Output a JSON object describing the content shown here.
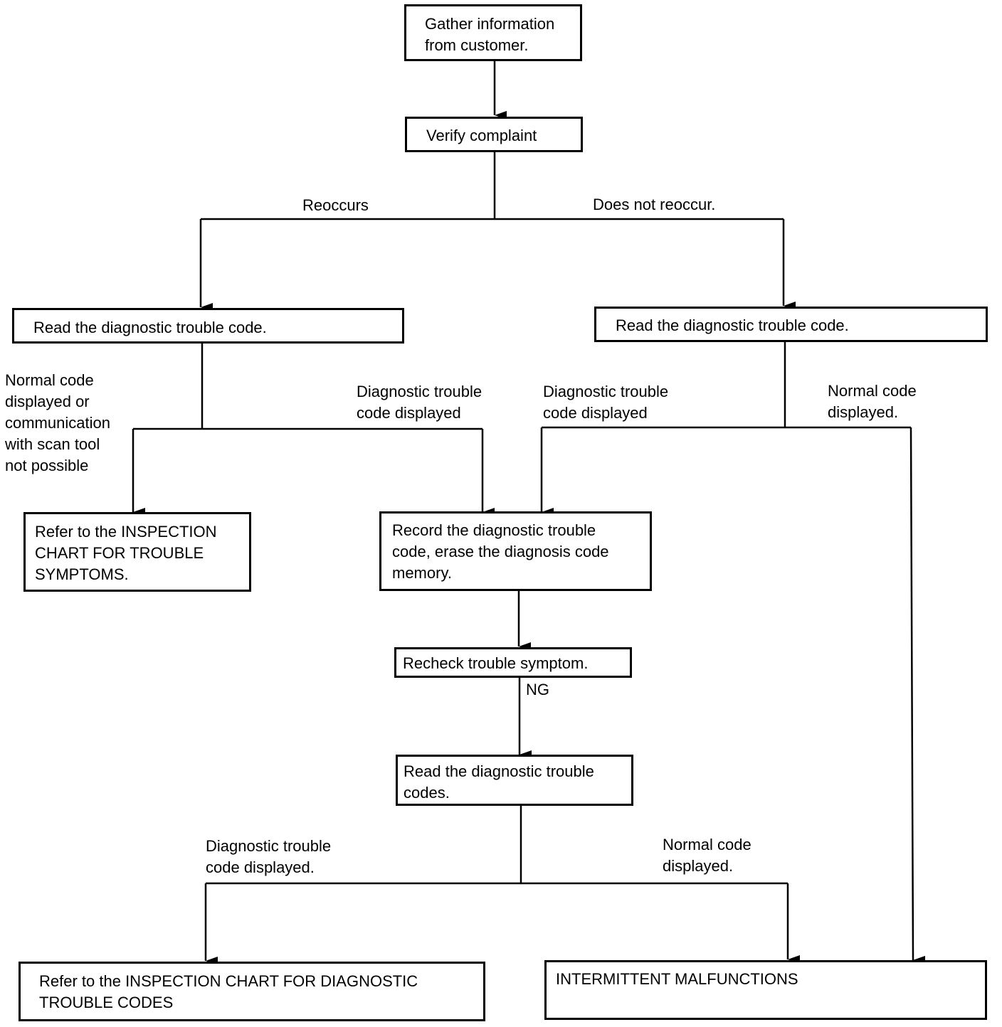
{
  "colors": {
    "line": "#000000",
    "background": "#ffffff"
  },
  "boxes": {
    "gather": "Gather information\nfrom customer.",
    "verify": "Verify complaint",
    "read_left": "Read the diagnostic trouble code.",
    "read_right": "Read the diagnostic trouble code.",
    "refer_symptoms": "Refer to the INSPECTION\nCHART FOR TROUBLE\nSYMPTOMS.",
    "record": "Record the diagnostic trouble\ncode, erase the diagnosis code\nmemory.",
    "recheck": "Recheck trouble symptom.",
    "read_codes": "Read the diagnostic trouble\ncodes.",
    "refer_dtc": "Refer to the INSPECTION CHART FOR DIAGNOSTIC\nTROUBLE CODES",
    "intermittent": "INTERMITTENT MALFUNCTIONS"
  },
  "labels": {
    "reoccurs": "Reoccurs",
    "does_not_reoccur": "Does not reoccur.",
    "normal_or_comm": "Normal code\ndisplayed or\ncommunication\nwith scan tool\nnot possible",
    "dtc_left": "Diagnostic trouble\ncode displayed",
    "dtc_right": "Diagnostic trouble\ncode displayed",
    "normal_right": "Normal code\ndisplayed.",
    "ng": "NG",
    "dtc_bottom": "Diagnostic trouble\ncode displayed.",
    "normal_bottom": "Normal code\ndisplayed."
  }
}
